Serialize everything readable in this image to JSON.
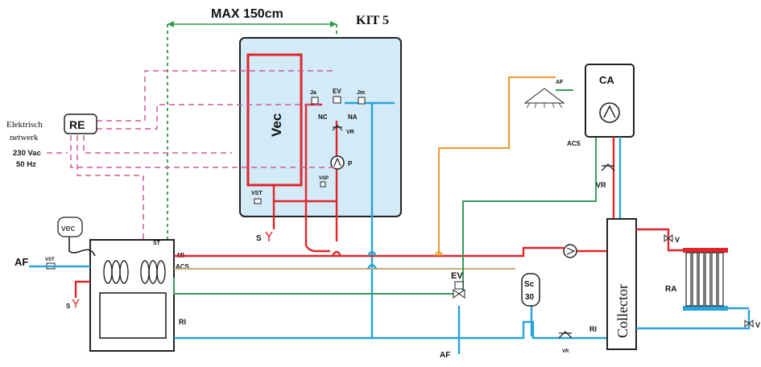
{
  "dimension": {
    "label": "MAX 150cm"
  },
  "kit": {
    "label": "KIT 5"
  },
  "unit": {
    "label": "Vec"
  },
  "components": {
    "ja": "Ja",
    "ev_top": "EV",
    "jm": "Jm",
    "nc": "NC",
    "na": "NA",
    "vr_unit": "VR",
    "pump_p": "P",
    "vsp": "VSP",
    "vst_unit": "VST",
    "s_unit": "S",
    "af_sprinkler": "AF",
    "ca": "CA",
    "acs_ca": "ACS",
    "vr_right": "VR",
    "re": "RE",
    "vec_small": "vec",
    "af_left": "AF",
    "vst_left": "VST",
    "s_left": "S",
    "st": "ST",
    "mi": "MI",
    "acs_boiler": "ACS",
    "ri_boiler": "RI",
    "ev_bottom": "EV",
    "af_bottom": "AF",
    "sc_line1": "Sc",
    "sc_line2": "30",
    "ri_right": "RI",
    "vr_bottom": "VR",
    "collector": "Collector",
    "ra": "RA",
    "v_top": "V",
    "v_bottom": "V"
  },
  "network": {
    "line1": "Elektrisch",
    "line2": "netwerk",
    "voltage": "230 Vac",
    "frequency": "50 Hz"
  },
  "colors": {
    "flow": "#e0262b",
    "return": "#2aa3d8",
    "green": "#3a9b5a",
    "orange": "#ee9a2c",
    "wiring": "#d05a9e",
    "kit_fill": "#d3eaf7"
  },
  "icons": [
    "pump-icon",
    "valve-icon",
    "check-valve-icon",
    "sprinkler-icon",
    "radiator-icon",
    "coil-icon"
  ]
}
